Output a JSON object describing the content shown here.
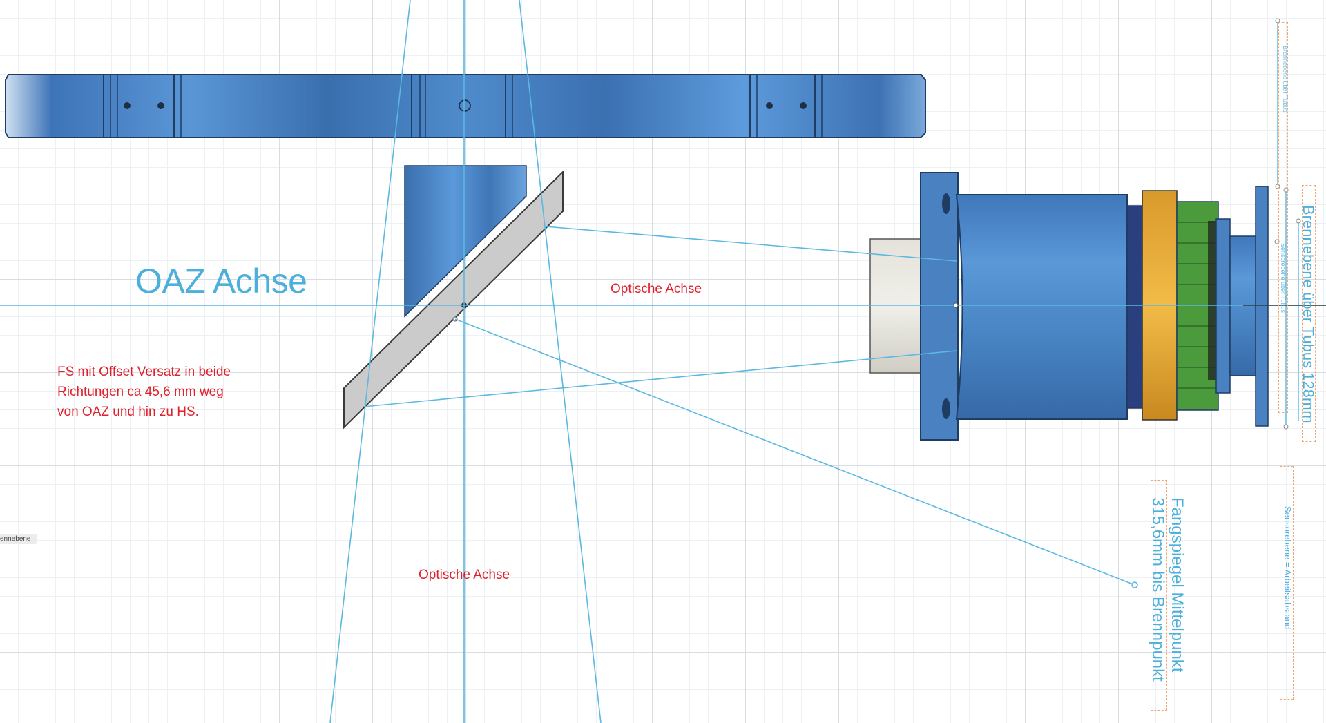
{
  "viewport": {
    "oaz_label": "OAZ Achse",
    "optical_axis_label_right": "Optische Achse",
    "optical_axis_label_bottom": "Optische Achse",
    "offset_note": "FS mit Offset Versatz in beide Richtungen ca 45,6 mm weg von OAZ und hin zu HS.",
    "secondary_mirror_dimension_line1": "Fangspiegel Mittelpunkt",
    "secondary_mirror_dimension_line2": "315,6mm bis Brennpunkt",
    "focal_plane_dimension": "Brennebene über Tubus 128mm",
    "sensor_plane_label": "Sensorebene = Arbeitsabstand",
    "small_dim_label_top": "Brennebene über Tubus",
    "small_dim_label_mid": "Sensorebene über Tubus",
    "left_chip_label": "ennebene"
  },
  "colors": {
    "part_blue": "#4a86c5",
    "sketch_line": "#5bb8e0",
    "annotation_red": "#e0202a",
    "dash_orange": "#f0a777",
    "ring_gold": "#e4a93a",
    "ring_green": "#4b9a3c"
  }
}
